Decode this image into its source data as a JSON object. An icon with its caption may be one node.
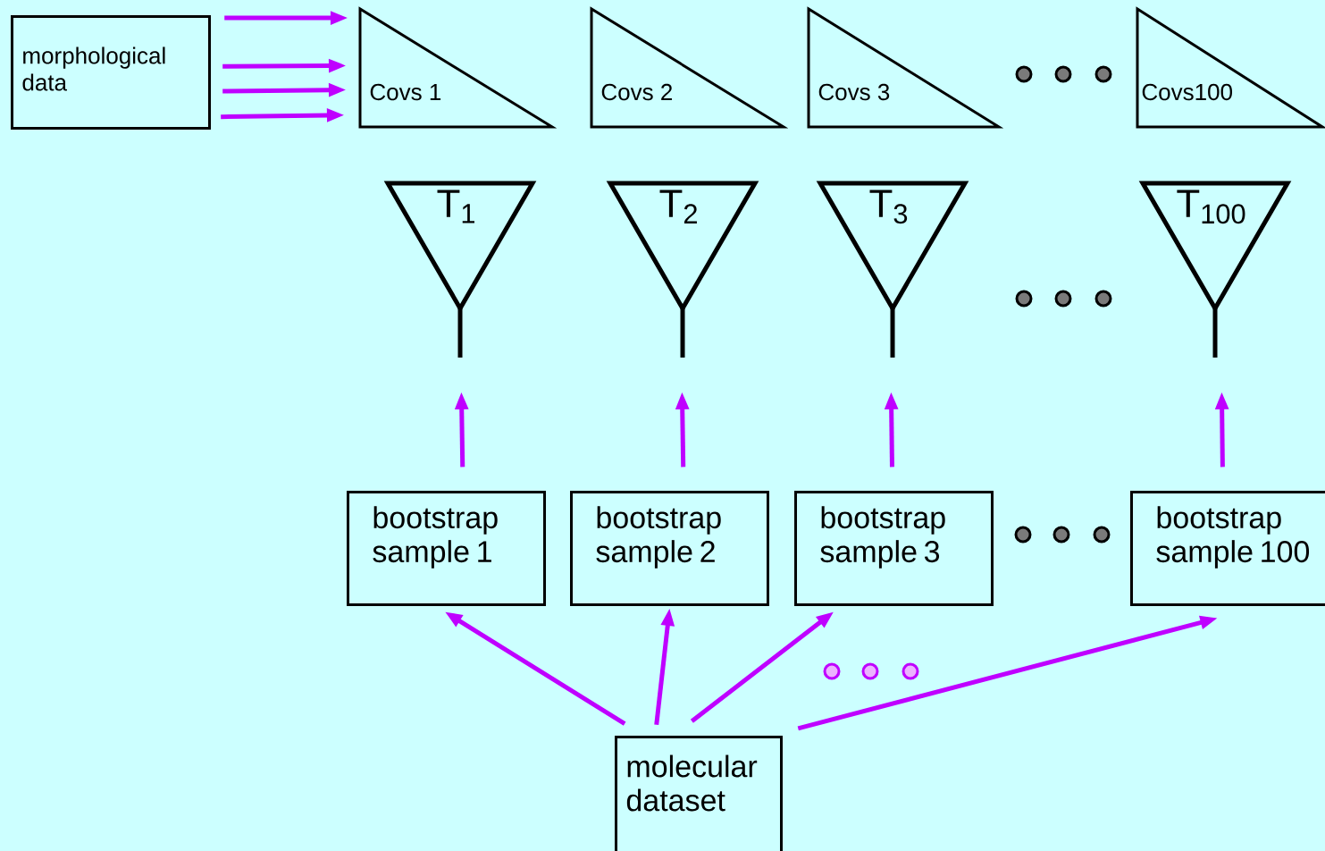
{
  "diagram": {
    "nodes": [
      {
        "text": [
          "morphological data"
        ]
      },
      {
        "text": [
          "Covs 1"
        ]
      },
      {
        "text": [
          "Covs 2"
        ]
      },
      {
        "text": [
          "Covs 3"
        ]
      },
      {
        "text": [
          "Covs100"
        ]
      },
      {
        "text": [
          "T$_{1}$"
        ]
      },
      {
        "text": [
          "T$_{2}$"
        ]
      },
      {
        "text": [
          "T$_{3}$"
        ]
      },
      {
        "text": [
          "T$_{100}$"
        ]
      },
      {
        "text": [
          "bootstrap sample 1"
        ]
      },
      {
        "text": [
          "bootstrap sample 2"
        ]
      },
      {
        "text": [
          "bootstrap sample 3"
        ]
      },
      {
        "text": [
          "bootstrap sample 100"
        ]
      },
      {
        "text": [
          "molecular dataset"
        ]
      }
    ],
    "edges": [
      {
        "from": 0,
        "to": 1,
        "arrow": "to"
      },
      {
        "from": 0,
        "to": 1,
        "arrow": "to"
      },
      {
        "from": 0,
        "to": 1,
        "arrow": "to"
      },
      {
        "from": 0,
        "to": 1,
        "arrow": "to"
      },
      {
        "from": 9,
        "to": 5,
        "arrow": "to"
      },
      {
        "from": 10,
        "to": 6,
        "arrow": "to"
      },
      {
        "from": 11,
        "to": 7,
        "arrow": "to"
      },
      {
        "from": 12,
        "to": 8,
        "arrow": "to"
      },
      {
        "from": 13,
        "to": 9,
        "arrow": "to"
      },
      {
        "from": 13,
        "to": 10,
        "arrow": "to"
      },
      {
        "from": 13,
        "to": 11,
        "arrow": "to"
      },
      {
        "from": 13,
        "to": 12,
        "arrow": "to"
      }
    ]
  }
}
